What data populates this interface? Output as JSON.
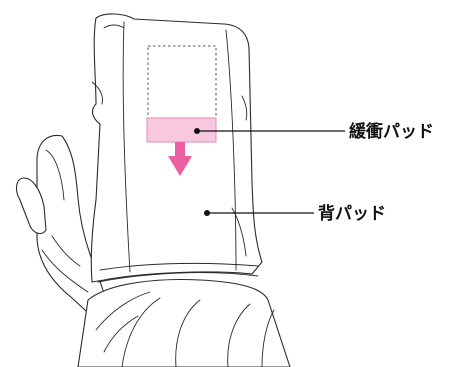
{
  "labels": {
    "cushion_pad": "緩衝パッド",
    "back_pad": "背パッド"
  },
  "colors": {
    "line": "#2b2b2b",
    "cushion_fill": "#f8c8de",
    "cushion_stroke": "#e58ab5",
    "arrow": "#ec5fa0",
    "pointer": "#111111"
  },
  "icons": {
    "direction": "arrow-down-icon",
    "anchor": "dot-marker"
  }
}
